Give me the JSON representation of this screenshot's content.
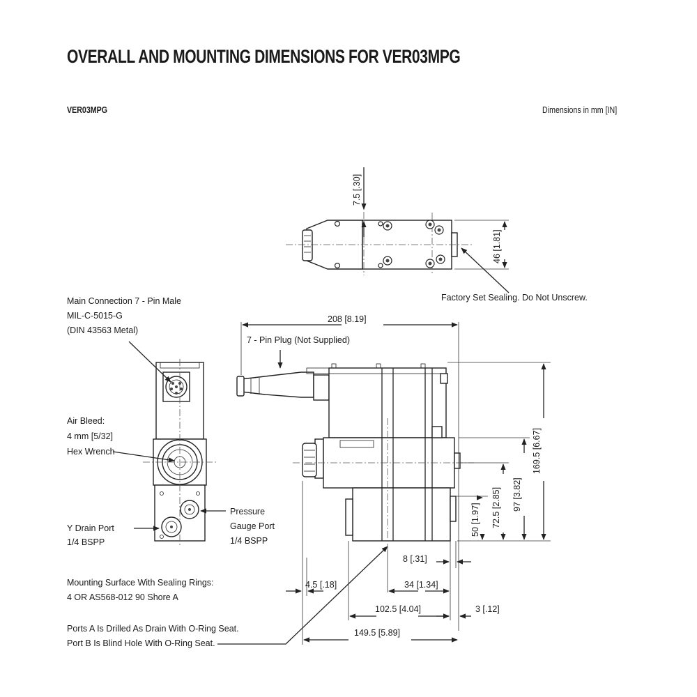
{
  "page": {
    "title": "OVERALL AND MOUNTING DIMENSIONS FOR VER03MPG",
    "model": "VER03MPG",
    "units_note": "Dimensions in mm [IN]"
  },
  "labels": {
    "main_connection": [
      "Main Connection 7 - Pin Male",
      "MIL-C-5015-G",
      "(DIN 43563 Metal)"
    ],
    "air_bleed": [
      "Air Bleed:",
      "4 mm [5/32]",
      "Hex Wrench"
    ],
    "y_drain": [
      "Y Drain Port",
      "1/4 BSPP"
    ],
    "pressure_gauge": [
      "Pressure",
      "Gauge Port",
      "1/4 BSPP"
    ],
    "mounting_surface": [
      "Mounting Surface With Sealing Rings:",
      "4 OR AS568-012  90 Shore A"
    ],
    "ports": [
      "Ports A Is Drilled As Drain With O-Ring Seat.",
      "Port B Is Blind Hole With O-Ring Seat."
    ],
    "pin_plug": "7 - Pin Plug (Not Supplied)",
    "factory_seal": "Factory Set Sealing. Do Not Unscrew."
  },
  "dimensions": {
    "top_7_5": "7.5 [.30]",
    "top_46": "46 [1.81]",
    "overall_208": "208 [8.19]",
    "height_169_5": "169.5 [6.67]",
    "height_97": "97 [3.82]",
    "height_72_5": "72.5 [2.85]",
    "height_50": "50 [1.97]",
    "d_8": "8 [.31]",
    "d_4_5": "4.5 [.18]",
    "d_34": "34 [1.34]",
    "d_102_5": "102.5 [4.04]",
    "d_3": "3 [.12]",
    "d_149_5": "149.5 [5.89]"
  },
  "icons": [
    "connector-icon",
    "bleed-screw-icon",
    "port-icon",
    "bolt-icon",
    "arrow-icon"
  ]
}
